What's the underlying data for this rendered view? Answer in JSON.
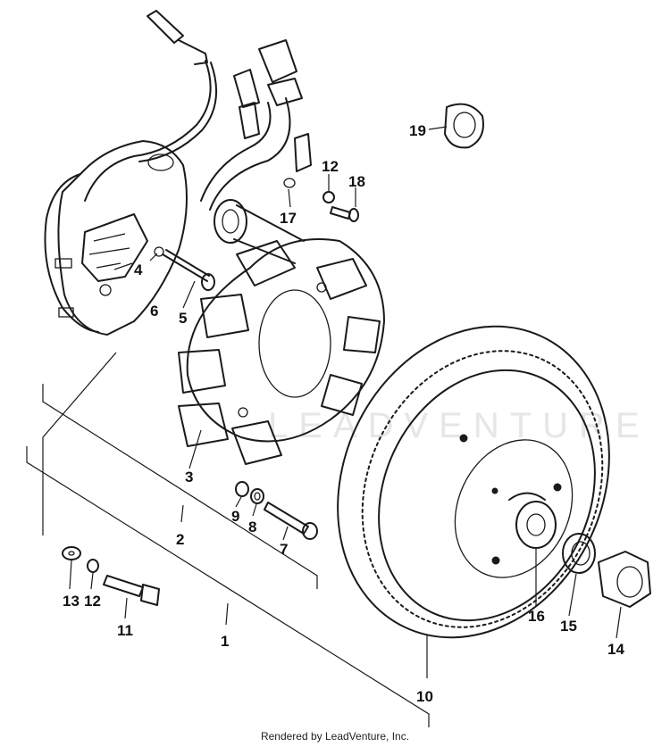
{
  "callouts": {
    "c1": "1",
    "c2": "2",
    "c3": "3",
    "c4": "4",
    "c5": "5",
    "c6": "6",
    "c7": "7",
    "c8": "8",
    "c9": "9",
    "c10": "10",
    "c11": "11",
    "c12a": "12",
    "c12b": "12",
    "c13": "13",
    "c14": "14",
    "c15": "15",
    "c16": "16",
    "c17": "17",
    "c18": "18",
    "c19": "19"
  },
  "watermark": "LEADVENTURE",
  "footer": "Rendered by LeadVenture, Inc."
}
